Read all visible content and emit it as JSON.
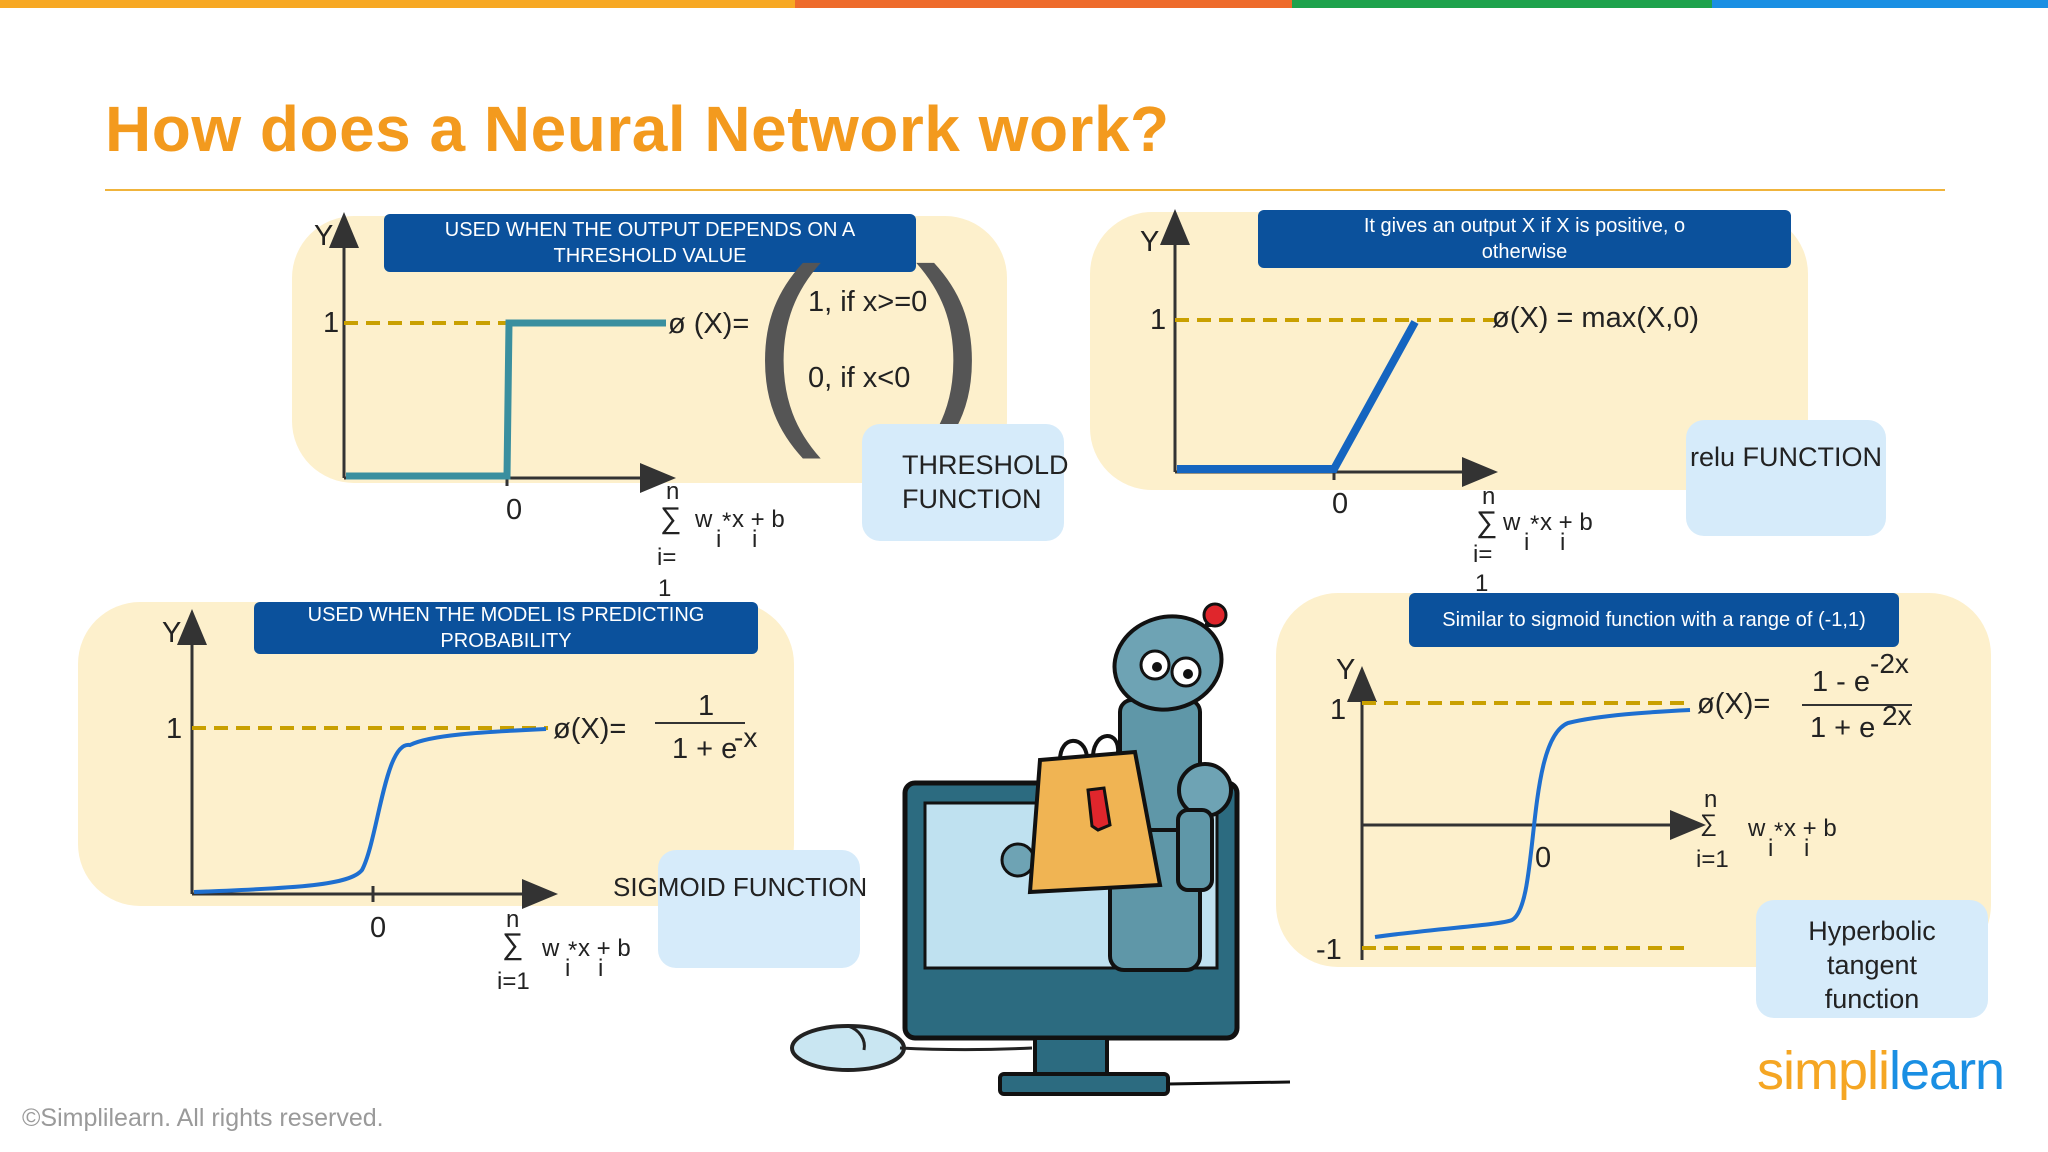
{
  "slide": {
    "title": "How does a Neural Network work?",
    "copyright": "©Simplilearn. All rights reserved.",
    "logo": {
      "part1": "simpl",
      "part2": "i",
      "part3": "learn"
    },
    "colors": {
      "title": "#f39a1e",
      "panel": "#fdf0cc",
      "tag": "#0b519c",
      "fnbox": "#d6ebfa",
      "curve_step": "#3a8f9f",
      "curve": "#1565c0",
      "dashed": "#c9a000",
      "bar": [
        "#f7a823",
        "#ee6b2b",
        "#1ea24c",
        "#1a8fe3"
      ]
    }
  },
  "threshold": {
    "note": "USED WHEN THE OUTPUT DEPENDS ON A THRESHOLD VALUE",
    "y": "Y",
    "one": "1",
    "zero": "0",
    "formula_lhs": "ø (X)=",
    "case1": "1, if x>=0",
    "case2": "0, if x<0",
    "name": "THRESHOLD FUNCTION",
    "sum": {
      "n": "n",
      "sigma": "∑",
      "w": "w",
      "x": "x + b",
      "sub_i1": "i",
      "sub_i2": "i",
      "star": "*",
      "from": "i=",
      "from2": "1"
    }
  },
  "relu": {
    "note": "It gives an output X if X is  positive, o otherwise",
    "y": "Y",
    "one": "1",
    "zero": "0",
    "formula": "ø(X) = max(X,0)",
    "name": "relu FUNCTION",
    "sum": {
      "n": "n",
      "sigma": "∑",
      "w": "w",
      "x": "x + b",
      "sub_i1": "i",
      "sub_i2": "i",
      "star": "*",
      "from": "i=",
      "from2": "1"
    }
  },
  "sigmoid": {
    "note": "USED WHEN THE MODEL IS PREDICTING PROBABILITY",
    "y": "Y",
    "one": "1",
    "zero": "0",
    "formula_lhs": "ø(X)=",
    "numerator": "1",
    "denominator": "1 + e",
    "exp": "-x",
    "name": "SIGMOID FUNCTION",
    "sum": {
      "n": "n",
      "sigma": "∑",
      "w": "w",
      "x": "x + b",
      "sub_i1": "i",
      "sub_i2": "i",
      "star": "*",
      "from": "i=1"
    }
  },
  "tanh": {
    "note": "Similar to sigmoid function with a range of (-1,1)",
    "y": "Y",
    "one": "1",
    "zero": "0",
    "neg_one": "-1",
    "formula_lhs": "ø(X)=",
    "numerator": "1 - e",
    "num_exp": "-2x",
    "denominator": "1 + e",
    "den_exp": "2x",
    "name": "Hyperbolic tangent function",
    "sum": {
      "n": "n",
      "sigma": "∑",
      "w": "w",
      "x": "x + b",
      "sub_i1": "i",
      "sub_i2": "i",
      "star": "*",
      "from": "i=1"
    }
  }
}
